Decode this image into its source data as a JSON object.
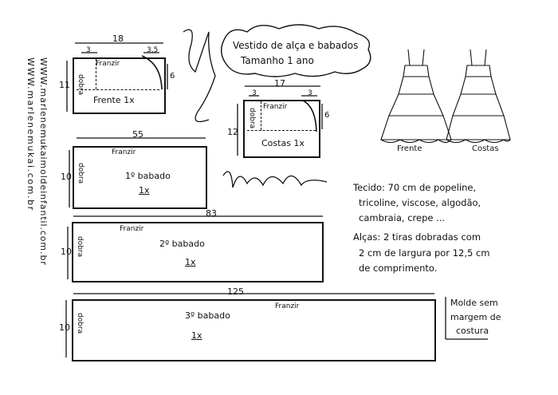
{
  "website_1": "WWW.marlenemukai.com.br",
  "website_2": "WWW.marlenemukaimoldeinfantil.com.br",
  "title": {
    "line1": "Vestido de alça e babados",
    "line2": "Tamanho 1 ano"
  },
  "frente": {
    "width": "18",
    "height": "11",
    "left_dim": "3",
    "right_dim": "3,5",
    "side_dim": "6",
    "franzir": "Franzir",
    "dobra": "dobra",
    "label": "Frente 1x"
  },
  "costas": {
    "width": "17",
    "height": "12",
    "left_dim": "3",
    "right_dim": "3",
    "side_dim": "6",
    "franzir": "Franzir",
    "dobra": "dobra",
    "label": "Costas 1x"
  },
  "babado1": {
    "width": "55",
    "height": "10",
    "franzir": "Franzir",
    "dobra": "dobra",
    "label": "1º babado",
    "qty": "1x"
  },
  "babado2": {
    "width": "83",
    "height": "10",
    "franzir": "Franzir",
    "dobra": "dobra",
    "label": "2º babado",
    "qty": "1x"
  },
  "babado3": {
    "width": "125",
    "height": "10",
    "franzir": "Franzir",
    "dobra": "dobra",
    "label": "3º babado",
    "qty": "1x"
  },
  "illustration": {
    "front_label": "Frente",
    "back_label": "Costas"
  },
  "notes": {
    "tecido": [
      "Tecido: 70 cm de popeline,",
      "tricoline, viscose, algodão,",
      "cambraia, crepe ..."
    ],
    "alcas": [
      "Alças: 2 tiras dobradas com",
      "2 cm de largura por 12,5 cm",
      "de comprimento."
    ]
  },
  "margin_note": [
    "Molde sem",
    "margem de",
    "costura"
  ]
}
